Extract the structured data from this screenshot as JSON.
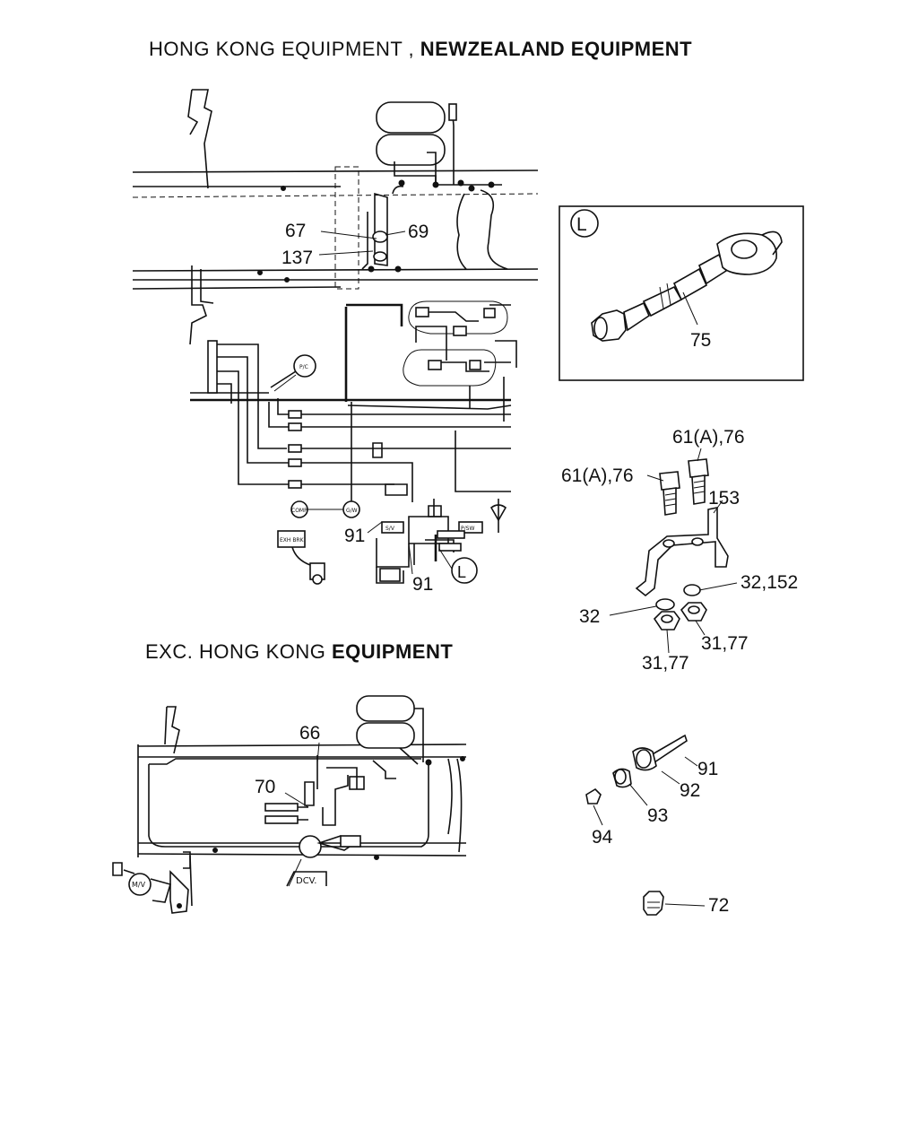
{
  "headings": {
    "top_part1": "HONG KONG EQUIPMENT ,",
    "top_part2": "NEWZEALAND EQUIPMENT",
    "bottom_part1": "EXC. HONG KONG",
    "bottom_part2": "EQUIPMENT"
  },
  "detail": {
    "marker": "L",
    "callout_75": "75"
  },
  "callouts": {
    "c67": "67",
    "c69": "69",
    "c137": "137",
    "c91a": "91",
    "c91b": "91",
    "cL": "L",
    "c61a": "61(A),76",
    "c61b": "61(A),76",
    "c153": "153",
    "c32_152": "32,152",
    "c32": "32",
    "c31_77a": "31,77",
    "c31_77b": "31,77",
    "c66": "66",
    "c70": "70",
    "c91c": "91",
    "c92": "92",
    "c93": "93",
    "c94": "94",
    "c72": "72"
  },
  "component_tags": {
    "pc": "P/C",
    "comp": "COMP",
    "gw": "G/W",
    "ebrk": "EXH BRK",
    "sv": "S/V",
    "pswa": "P/SW",
    "dcv": "DCV.",
    "mv": "M/V"
  }
}
